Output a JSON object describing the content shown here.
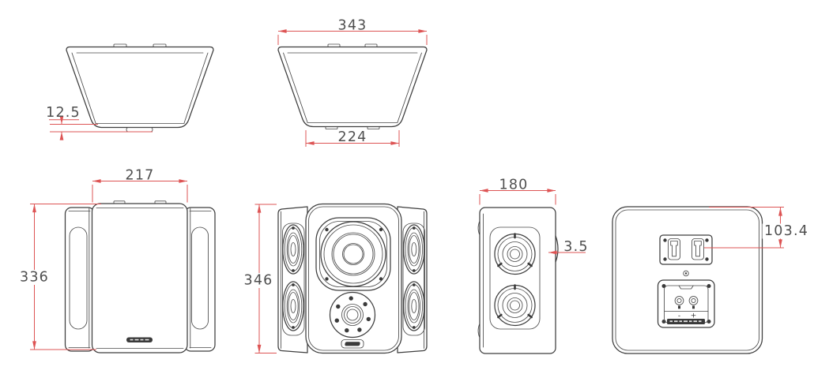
{
  "colors": {
    "background": "#ffffff",
    "drawing_line": "#3e3e3e",
    "dimension_line": "#dd5454",
    "dimension_text": "#4f4f4f"
  },
  "dimensions": {
    "top_flange_height": "12.5",
    "overall_width": "343",
    "base_width": "224",
    "body_width": "217",
    "side_height": "336",
    "front_height": "346",
    "cabinet_depth": "180",
    "bracket_thickness": "3.5",
    "keyhole_offset_from_top": "103.4"
  },
  "back_panel": {
    "polarity_negative": "-",
    "polarity_positive": "+"
  }
}
